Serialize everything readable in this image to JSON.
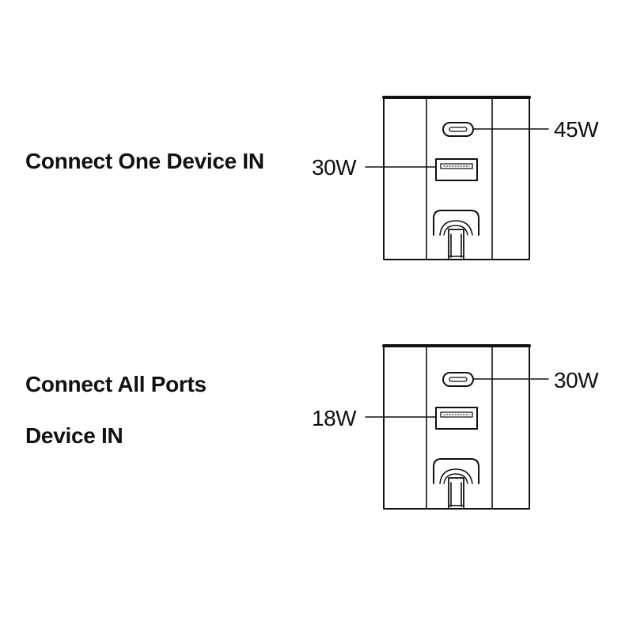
{
  "scenario_single": {
    "heading": "Connect One Device IN",
    "usb_c_label": "45W",
    "usb_a_label": "30W"
  },
  "scenario_all": {
    "heading_line1": "Connect All Ports",
    "heading_line2": "Device IN",
    "usb_c_label": "30W",
    "usb_a_label": "18W"
  },
  "colors": {
    "line": "#111111",
    "background": "#ffffff"
  }
}
